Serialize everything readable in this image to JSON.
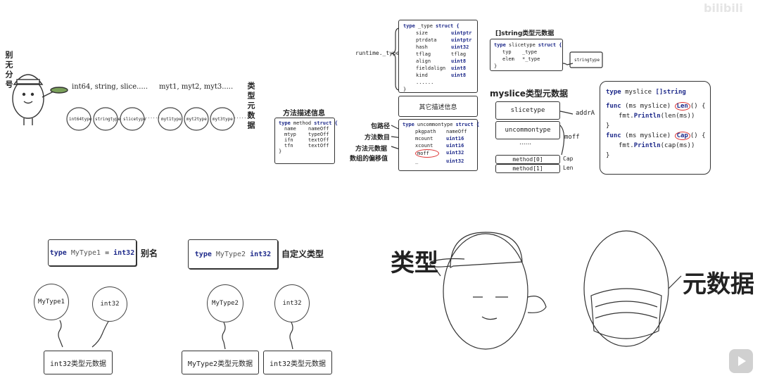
{
  "watermark": {
    "text": "bilibili"
  },
  "top_left": {
    "alias_vertical": "别无分号",
    "builtin_types": "int64, string, slice.....",
    "custom_types": "myt1, myt2, myt3.....",
    "type_meta_vertical": "类型元数据",
    "egg_labels": [
      "int64type",
      "stringtype",
      "slicetype",
      "myt1type",
      "myt2type",
      "myt3type"
    ],
    "dots": "......"
  },
  "method_desc": {
    "title": "方法描述信息",
    "code_header": [
      "type",
      "method",
      "struct {"
    ],
    "rows": [
      [
        "name",
        "nameOff"
      ],
      [
        "mtyp",
        "typeOff"
      ],
      [
        "ifn",
        "textOff"
      ],
      [
        "tfn",
        "textOff"
      ]
    ],
    "close": "}"
  },
  "runtime_type": {
    "label": "runtime._type",
    "header": [
      "type",
      "_type",
      "struct {"
    ],
    "rows": [
      [
        "size",
        "uintptr"
      ],
      [
        "ptrdata",
        "uintptr"
      ],
      [
        "hash",
        "uint32"
      ],
      [
        "tflag",
        "tflag"
      ],
      [
        "align",
        "uint8"
      ],
      [
        "fieldalign",
        "uint8"
      ],
      [
        "kind",
        "uint8"
      ],
      [
        "......",
        ""
      ]
    ],
    "close": "}",
    "other_desc": "其它描述信息",
    "uncommon_header": [
      "type",
      "uncommontype",
      "struct {"
    ],
    "uncommon_rows": [
      [
        "pkgpath",
        "nameOff"
      ],
      [
        "mcount",
        "uint16"
      ],
      [
        "xcount",
        "uint16"
      ],
      [
        "moff",
        "uint32"
      ],
      [
        "_",
        "uint32"
      ]
    ],
    "side_labels": [
      "包路径",
      "方法数目",
      "方法元数据",
      "数组的偏移值"
    ]
  },
  "slice_meta": {
    "title": "[]string类型元数据",
    "header": [
      "type",
      "slicetype",
      "struct {"
    ],
    "rows": [
      [
        "typ",
        "_type"
      ],
      [
        "elem",
        "*_type"
      ]
    ],
    "close": "}",
    "target": "stringtype"
  },
  "myslice_meta": {
    "title": "myslice类型元数据",
    "cells": [
      "slicetype",
      "uncommontype",
      "......"
    ],
    "addr_label": "addrA",
    "moff_label": "moff",
    "methods": [
      "method[0]",
      "method[1]"
    ],
    "method_names": [
      "Cap",
      "Len"
    ]
  },
  "myslice_code": {
    "line1": [
      "type",
      "myslice",
      "[]string"
    ],
    "func1": [
      "func",
      "(ms myslice)",
      "Len",
      "() {"
    ],
    "body1": [
      "fmt.",
      "Println",
      "(len(ms))"
    ],
    "close1": "}",
    "func2": [
      "func",
      "(ms myslice)",
      "Cap",
      "() {"
    ],
    "body2": [
      "fmt.",
      "Println",
      "(cap(ms))"
    ],
    "close2": "}"
  },
  "bottom_left": {
    "alias_code": [
      "type",
      "MyType1",
      "=",
      "int32"
    ],
    "alias_label": "别名",
    "custom_code": [
      "type",
      "MyType2",
      "int32"
    ],
    "custom_label": "自定义类型",
    "circles": [
      "MyType1",
      "int32",
      "MyType2",
      "int32"
    ],
    "meta_boxes": [
      "int32类型元数据",
      "MyType2类型元数据",
      "int32类型元数据"
    ]
  },
  "bottom_right": {
    "type_label": "类型",
    "meta_label": "元数据"
  },
  "player": {
    "play_icon": "play-icon"
  }
}
